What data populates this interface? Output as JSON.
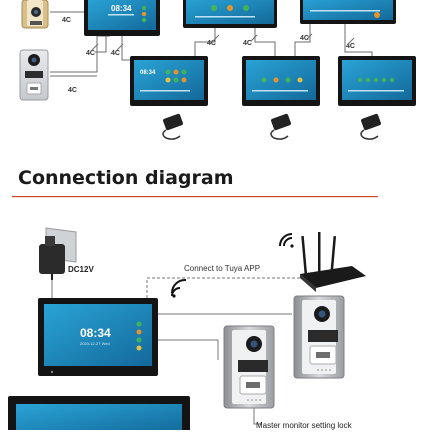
{
  "wire_labels": {
    "top_row": [
      "4C",
      "4C",
      "4C",
      "4C",
      "4C",
      "4C",
      "4C"
    ]
  },
  "monitor_time": "08:34",
  "monitor_date": "2023-12-27 Wed",
  "section_title": "Connection diagram",
  "label_dc12v": "DC12V",
  "label_tuya": "Connect to Tuya APP",
  "label_lock": "Master monitor setting lock",
  "colors": {
    "screen": "#1f8fc2",
    "screen_dark": "#156a96",
    "bezel": "#141414",
    "wire": "#6d6d6d",
    "accent_line": "#c84a2c",
    "icon_green": "#41b35a",
    "icon_orange": "#e5932b",
    "icon_yellow": "#e6c13a"
  }
}
